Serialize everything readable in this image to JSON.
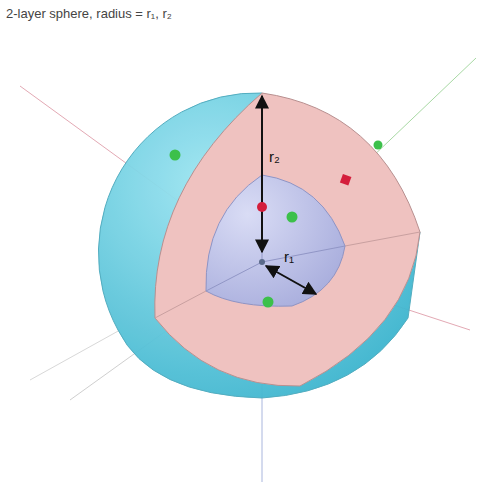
{
  "diagram": {
    "title": "2-layer sphere, radius = r₁, r₂",
    "labels": [
      "r₂",
      "r₁"
    ]
  }
}
